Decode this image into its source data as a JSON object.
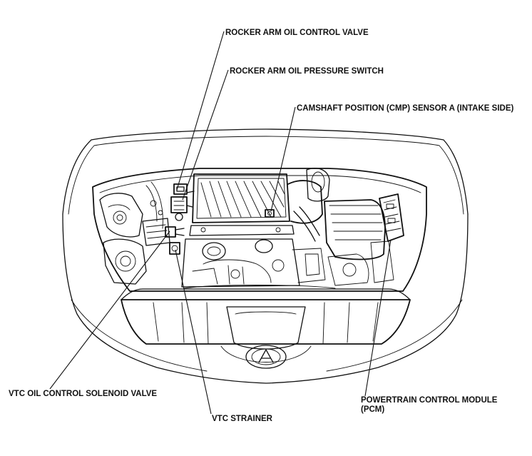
{
  "labels": {
    "rocker_arm_oil_control_valve": "ROCKER ARM OIL CONTROL VALVE",
    "rocker_arm_oil_pressure_switch": "ROCKER ARM OIL PRESSURE SWITCH",
    "cmp_sensor_a": "CAMSHAFT POSITION (CMP) SENSOR A (INTAKE SIDE)",
    "vtc_oil_control_solenoid_valve": "VTC OIL CONTROL SOLENOID VALVE",
    "vtc_strainer": "VTC STRAINER",
    "pcm_line1": "POWERTRAIN CONTROL MODULE",
    "pcm_line2": "(PCM)"
  }
}
